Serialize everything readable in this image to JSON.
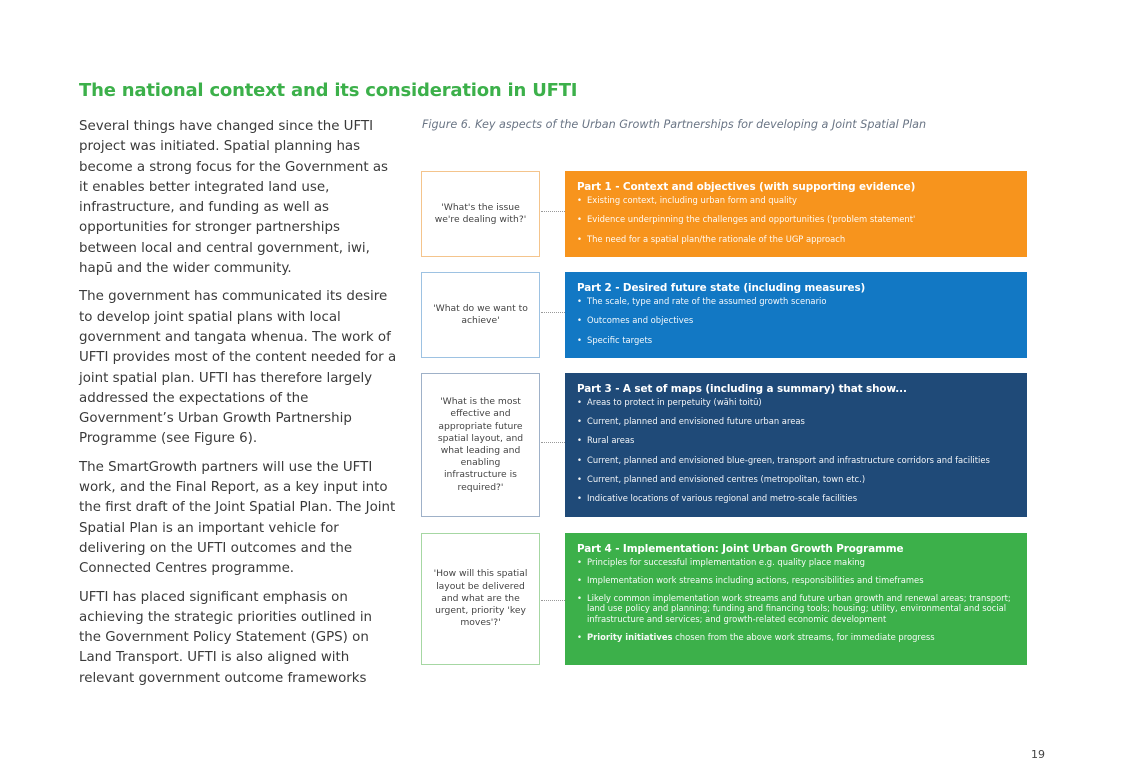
{
  "title": "The national context and its consideration in UFTI",
  "paragraphs": [
    "Several things have changed since the UFTI project was initiated. Spatial planning has become a strong focus for the Government as it enables better integrated land use, infrastructure, and funding as well as opportunities for stronger partnerships between local and central government, iwi, hapū and the wider community.",
    "The government has communicated its desire to develop joint spatial plans with local government and tangata whenua. The work of UFTI provides most of the content needed for a joint spatial plan. UFTI has therefore largely addressed the expectations of the Government’s Urban Growth Partnership Programme (see Figure 6).",
    "The SmartGrowth partners will use the UFTI work, and the Final Report, as a key input into the first draft of the Joint Spatial Plan. The Joint Spatial Plan is an important vehicle for delivering on the UFTI outcomes and the Connected Centres programme.",
    "UFTI has placed significant emphasis on achieving the strategic priorities outlined in the Government Policy Statement (GPS) on Land Transport. UFTI is also aligned with relevant government outcome frameworks"
  ],
  "figure": {
    "caption": "Figure 6. Key aspects of the Urban Growth Partnerships for developing a Joint Spatial Plan",
    "questions": [
      "'What's the issue we're dealing with?'",
      "'What do we want to achieve'",
      "'What is the most effective and appropriate future spatial layout, and what leading and enabling infrastructure is required?'",
      "'How will this spatial layout be delivered and what are the urgent, priority 'key moves'?'"
    ],
    "parts": [
      {
        "heading": "Part 1 - Context and objectives (with supporting evidence)",
        "color": "#f7941d",
        "items": [
          "Existing context, including urban form and quality",
          "Evidence underpinning the challenges and opportunities ('problem statement'",
          "The need for a spatial plan/the rationale of the UGP approach"
        ]
      },
      {
        "heading": "Part 2 - Desired future state (including measures)",
        "color": "#1278c4",
        "items": [
          "The scale, type and rate of the assumed growth scenario",
          "Outcomes and objectives",
          "Specific targets"
        ]
      },
      {
        "heading": "Part 3 - A set of maps (including a summary) that show...",
        "color": "#1f4a78",
        "items": [
          "Areas to protect in perpetuity (wāhi toitū)",
          "Current, planned and envisioned future urban areas",
          "Rural areas",
          "Current, planned and envisioned blue-green, transport and infrastructure corridors and facilities",
          "Current, planned and envisioned centres (metropolitan, town etc.)",
          "Indicative locations of various regional and metro-scale facilities"
        ]
      },
      {
        "heading": "Part 4 - Implementation: Joint Urban Growth Programme",
        "color": "#3cb04a",
        "items": [
          "Principles for successful implementation e.g. quality place making",
          "Implementation work streams including actions, responsibilities and timeframes",
          "Likely common implementation work streams and future urban growth and renewal areas; transport; land use policy and planning; funding and financing tools; housing; utility, environmental and social infrastructure and services; and growth-related economic development"
        ],
        "last_item_lead": "Priority initiatives",
        "last_item_rest": " chosen from the above work streams, for immediate progress"
      }
    ]
  },
  "page_number": "19"
}
